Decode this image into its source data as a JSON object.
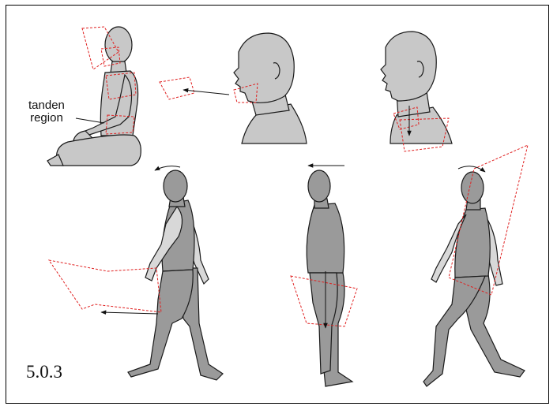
{
  "figure": {
    "region_label_line1": "tanden",
    "region_label_line2": "region",
    "figure_number": "5.0.3"
  },
  "colors": {
    "body_fill": "#c8c8c8",
    "body_fill_dark": "#9a9a9a",
    "outline": "#1a1a1a",
    "dashed_plane": "#e02020",
    "arrow": "#111111"
  }
}
